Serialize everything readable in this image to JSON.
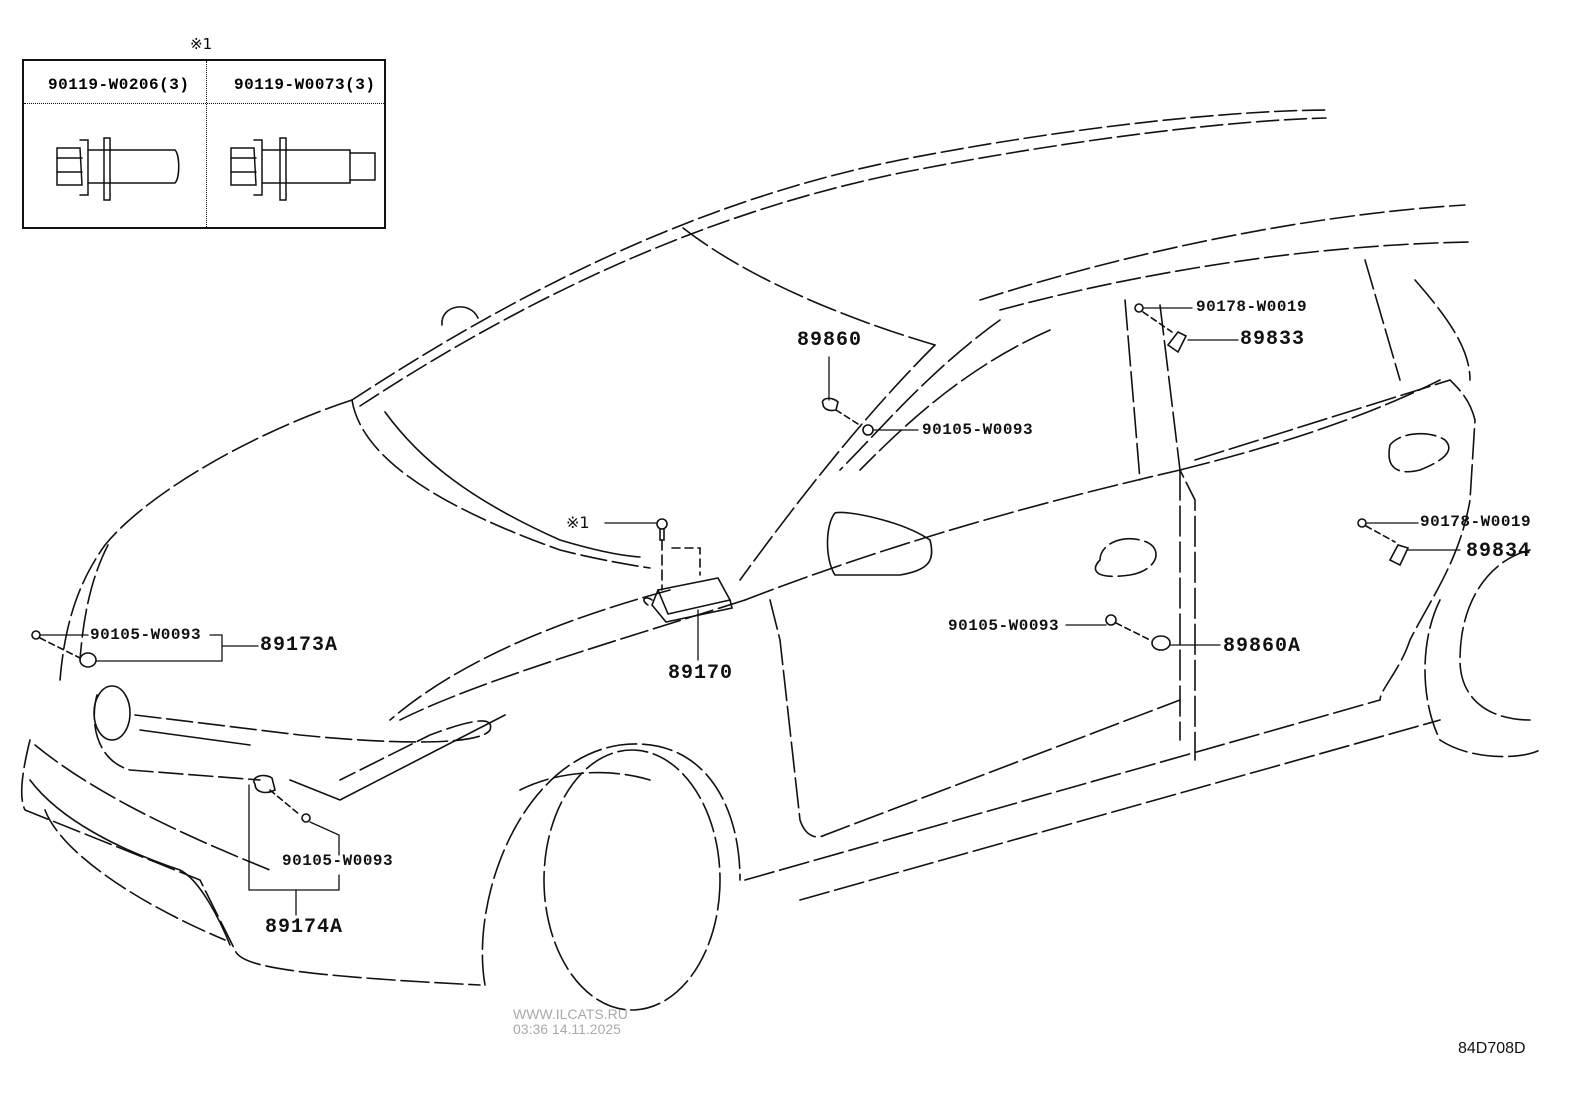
{
  "diagram": {
    "type": "parts-illustration",
    "subject": "SRS sensor locations (vehicle side view)",
    "diagram_code": "84D708D",
    "watermark": {
      "site": "WWW.ILCATS.RU",
      "timestamp": "03:36 14.11.2025"
    }
  },
  "legend": {
    "marker": "※1",
    "items": [
      {
        "part_number": "90119-W0206(3)",
        "icon": "flange-bolt-icon"
      },
      {
        "part_number": "90119-W0073(3)",
        "icon": "stepped-flange-bolt-icon"
      }
    ]
  },
  "callouts": {
    "front_left_sensor_assy": "89173A",
    "front_left_bolt": "90105-W0093",
    "front_right_sensor_assy": "89174A",
    "front_right_bolt": "90105-W0093",
    "airbag_ecu": "89170",
    "airbag_ecu_bolt_ref": "※1",
    "pillar_sensor": "89860",
    "pillar_bolt": "90105-W0093",
    "rear_door_sensor_1": "89833",
    "rear_door_nut_1": "90178-W0019",
    "rear_door_sensor_2": "89834",
    "rear_door_nut_2": "90178-W0019",
    "door_sensor": "89860A",
    "door_bolt": "90105-W0093"
  }
}
